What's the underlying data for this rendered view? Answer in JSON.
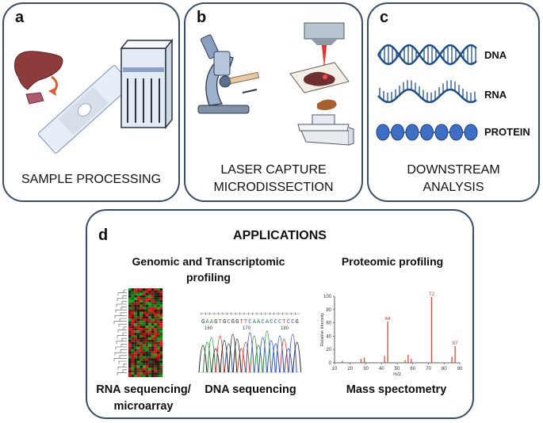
{
  "panel_a": {
    "letter": "a",
    "title": "SAMPLE PROCESSING"
  },
  "panel_b": {
    "letter": "b",
    "title_line1": "LASER CAPTURE",
    "title_line2": "MICRODISSECTION"
  },
  "panel_c": {
    "letter": "c",
    "title_line1": "DOWNSTREAM",
    "title_line2": "ANALYSIS",
    "labels": {
      "dna": "DNA",
      "rna": "RNA",
      "protein": "PROTEIN"
    }
  },
  "panel_d": {
    "letter": "d",
    "title": "APPLICATIONS",
    "genomic_line1": "Genomic and Transcriptomic",
    "genomic_line2": "profiling",
    "proteomic": "Proteomic  profiling",
    "rna_caption_line1": "RNA sequencing/",
    "rna_caption_line2": "microarray",
    "dna_caption": "DNA sequencing",
    "mass_caption": "Mass spectometry",
    "sequence": "GAAGTGCGGTTCAACACCCTCCG",
    "sequence_ticks": [
      "160",
      "170",
      "180"
    ],
    "mass_spec": {
      "ylabel": "Relative Intensity",
      "xlabel": "m/z",
      "y_ticks": [
        "0",
        "20",
        "40",
        "60",
        "80",
        "100"
      ],
      "x_ticks": [
        "10",
        "20",
        "30",
        "40",
        "50",
        "60",
        "70",
        "80",
        "90"
      ],
      "peak_labels": [
        "44",
        "72",
        "87"
      ]
    }
  },
  "colors": {
    "border": "#3a4d66",
    "dna_blue": "#1f4f86",
    "protein_blue": "#3d6fc6",
    "peak_red": "#d9473a"
  }
}
